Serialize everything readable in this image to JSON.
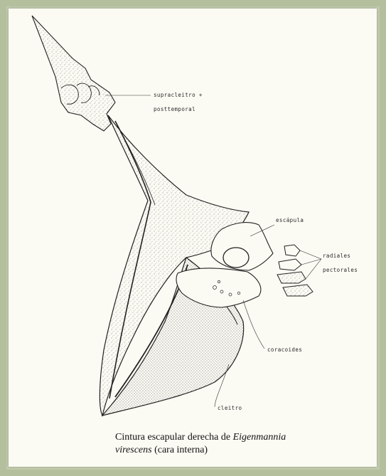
{
  "labels": {
    "supracleitro": "supracleitro +",
    "posttemporal": "posttemporal",
    "escapula": "escápula",
    "radiales": "radiales",
    "pectorales": "pectorales",
    "coracoides": "coracoides",
    "cleitro": "cleitro"
  },
  "caption": {
    "part1": "Cintura escapular derecha de ",
    "genus": "Eigenmannia",
    "species": "virescens",
    "part2": " (cara interna)"
  }
}
